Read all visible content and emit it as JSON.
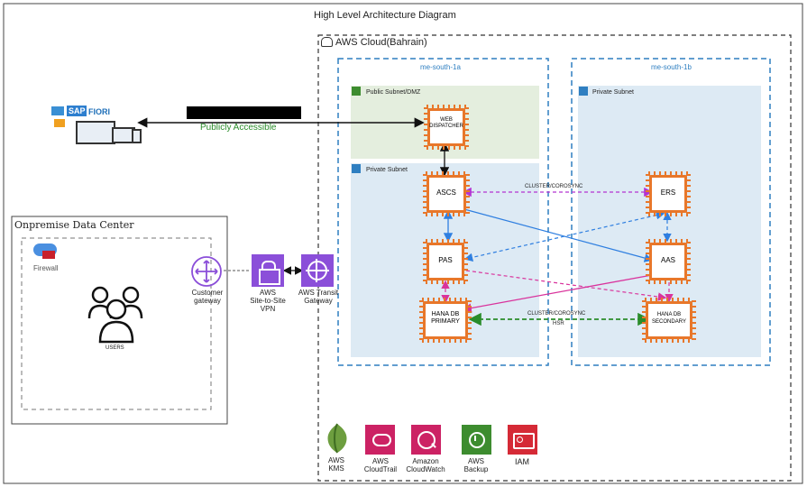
{
  "title": "High Level Architecture Diagram",
  "aws_cloud": {
    "label": "AWS Cloud(Bahrain)"
  },
  "az_a": {
    "label": "me-south-1a"
  },
  "az_b": {
    "label": "me-south-1b"
  },
  "public_subnet": {
    "label": "Public Subnet/DMZ"
  },
  "private_subnet_a": {
    "label": "Private Subnet"
  },
  "private_subnet_b": {
    "label": "Private Subnet"
  },
  "sap": {
    "logo_text": "SAP",
    "fiori_text": "FIORI"
  },
  "public_link": {
    "label": "Publicly Accessible"
  },
  "onprem": {
    "label": "Onpremise Data Center",
    "firewall": "Firewall",
    "users": "USERS"
  },
  "network": {
    "customer_gateway": [
      "Customer",
      "gateway"
    ],
    "vpn": [
      "AWS",
      "Site-to-Site",
      "VPN"
    ],
    "transit": [
      "AWS Transit",
      "Gateway"
    ]
  },
  "nodes": {
    "web_dispatcher": [
      "WEB",
      "DISPATCHER"
    ],
    "ascs": "ASCS",
    "pas": "PAS",
    "hana_primary": [
      "HANA DB",
      "PRIMARY"
    ],
    "ers": "ERS",
    "aas": "AAS",
    "hana_secondary": [
      "HANA DB",
      "SECONDARY"
    ]
  },
  "links": {
    "cluster_top": "CLUSTER/COROSYNC",
    "cluster_bottom": "CLUSTER/COROSYNC",
    "hsr": "HSR"
  },
  "services": {
    "kms": [
      "AWS",
      "KMS"
    ],
    "cloudtrail": [
      "AWS",
      "CloudTrail"
    ],
    "cloudwatch": [
      "Amazon",
      "CloudWatch"
    ],
    "backup": [
      "AWS",
      "Backup"
    ],
    "iam": "IAM"
  },
  "colors": {
    "chip": "#e8772a",
    "az_border": "#2f7fc1",
    "public_fill": "#e4eede",
    "private_fill": "#ddeaf4",
    "cluster": "#b434d1",
    "hsr": "#2a8c2a",
    "blue_link": "#2f7fe0",
    "pink_link": "#d9339c",
    "purple_service": "#8b4fd9",
    "cloudtrail": "#cc2264",
    "backup": "#3d8c2f",
    "iam": "#d52a36"
  }
}
